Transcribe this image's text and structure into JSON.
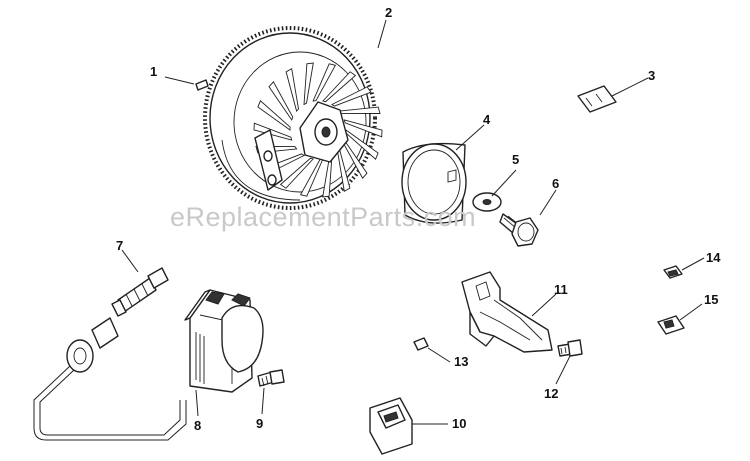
{
  "watermark": "eReplacementParts.com",
  "callouts": [
    {
      "label": "1"
    },
    {
      "label": "2"
    },
    {
      "label": "3"
    },
    {
      "label": "4"
    },
    {
      "label": "5"
    },
    {
      "label": "6"
    },
    {
      "label": "7"
    },
    {
      "label": "8"
    },
    {
      "label": "9"
    },
    {
      "label": "10"
    },
    {
      "label": "11"
    },
    {
      "label": "12"
    },
    {
      "label": "13"
    },
    {
      "label": "14"
    },
    {
      "label": "15"
    }
  ]
}
